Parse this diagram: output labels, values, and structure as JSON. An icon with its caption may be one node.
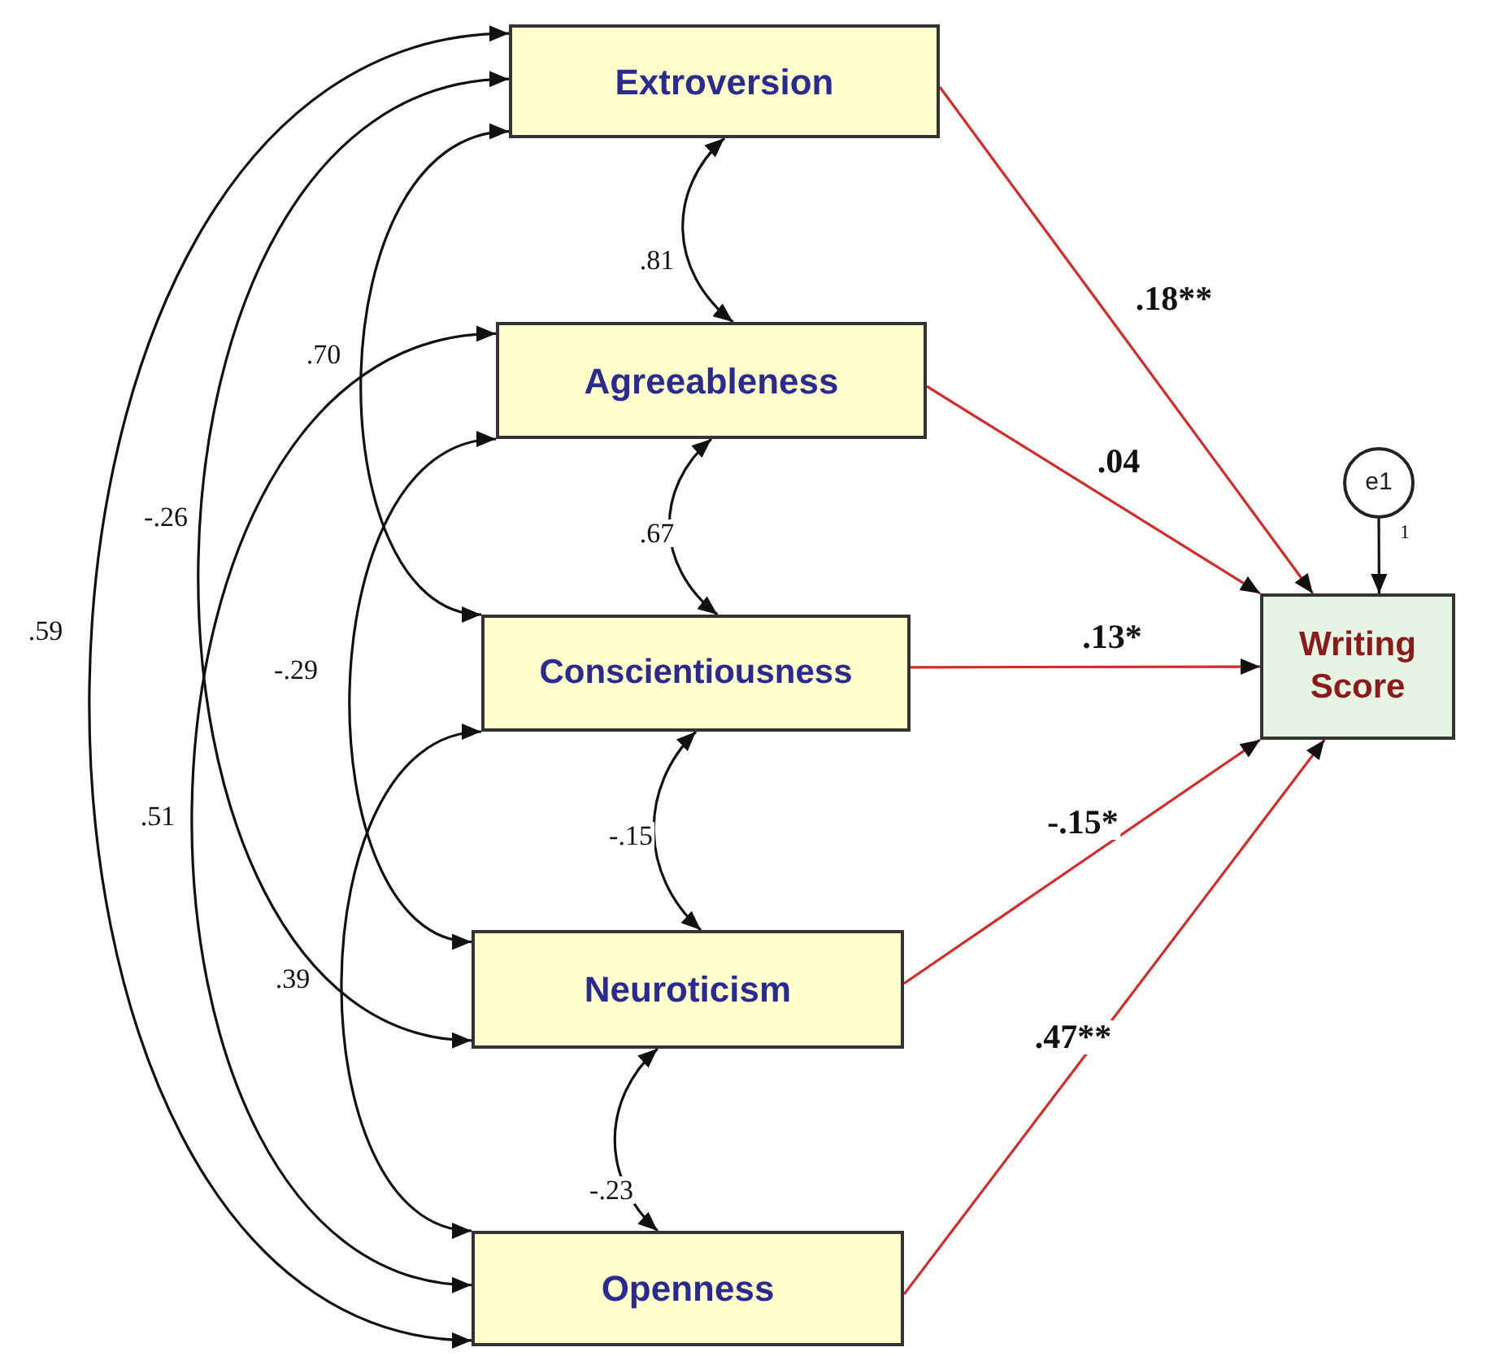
{
  "diagram": {
    "nodes": [
      {
        "text": [
          "Extroversion"
        ]
      },
      {
        "text": [
          "Agreeableness"
        ]
      },
      {
        "text": [
          "Conscientiousness"
        ]
      },
      {
        "text": [
          "Neuroticism"
        ]
      },
      {
        "text": [
          "Openness"
        ]
      },
      {
        "text": [
          "Writing Score"
        ]
      },
      {
        "text": [
          "e1"
        ]
      }
    ],
    "edges": [
      {
        "from": 0,
        "to": 1,
        "arrow": "both",
        "label": ".81"
      },
      {
        "from": 1,
        "to": 2,
        "arrow": "both",
        "label": ".67"
      },
      {
        "from": 2,
        "to": 3,
        "arrow": "both",
        "label": "-.15"
      },
      {
        "from": 3,
        "to": 4,
        "arrow": "both",
        "label": "-.23"
      },
      {
        "from": 0,
        "to": 2,
        "arrow": "both",
        "label": ".70"
      },
      {
        "from": 0,
        "to": 3,
        "arrow": "both",
        "label": "-.26"
      },
      {
        "from": 0,
        "to": 4,
        "arrow": "both",
        "label": ".59"
      },
      {
        "from": 1,
        "to": 3,
        "arrow": "both",
        "label": "-.29"
      },
      {
        "from": 1,
        "to": 4,
        "arrow": "both",
        "label": ".51"
      },
      {
        "from": 2,
        "to": 4,
        "arrow": "both",
        "label": ".39"
      },
      {
        "from": 0,
        "to": 5,
        "arrow": "to",
        "label": ".18**",
        "color": "#d42a2a"
      },
      {
        "from": 1,
        "to": 5,
        "arrow": "to",
        "label": ".04",
        "color": "#d42a2a"
      },
      {
        "from": 2,
        "to": 5,
        "arrow": "to",
        "label": ".13*",
        "color": "#d42a2a"
      },
      {
        "from": 3,
        "to": 5,
        "arrow": "to",
        "label": "-.15*",
        "color": "#d42a2a"
      },
      {
        "from": 4,
        "to": 5,
        "arrow": "to",
        "label": ".47**",
        "color": "#d42a2a"
      },
      {
        "from": 6,
        "to": 5,
        "arrow": "to",
        "label": "1"
      }
    ]
  }
}
